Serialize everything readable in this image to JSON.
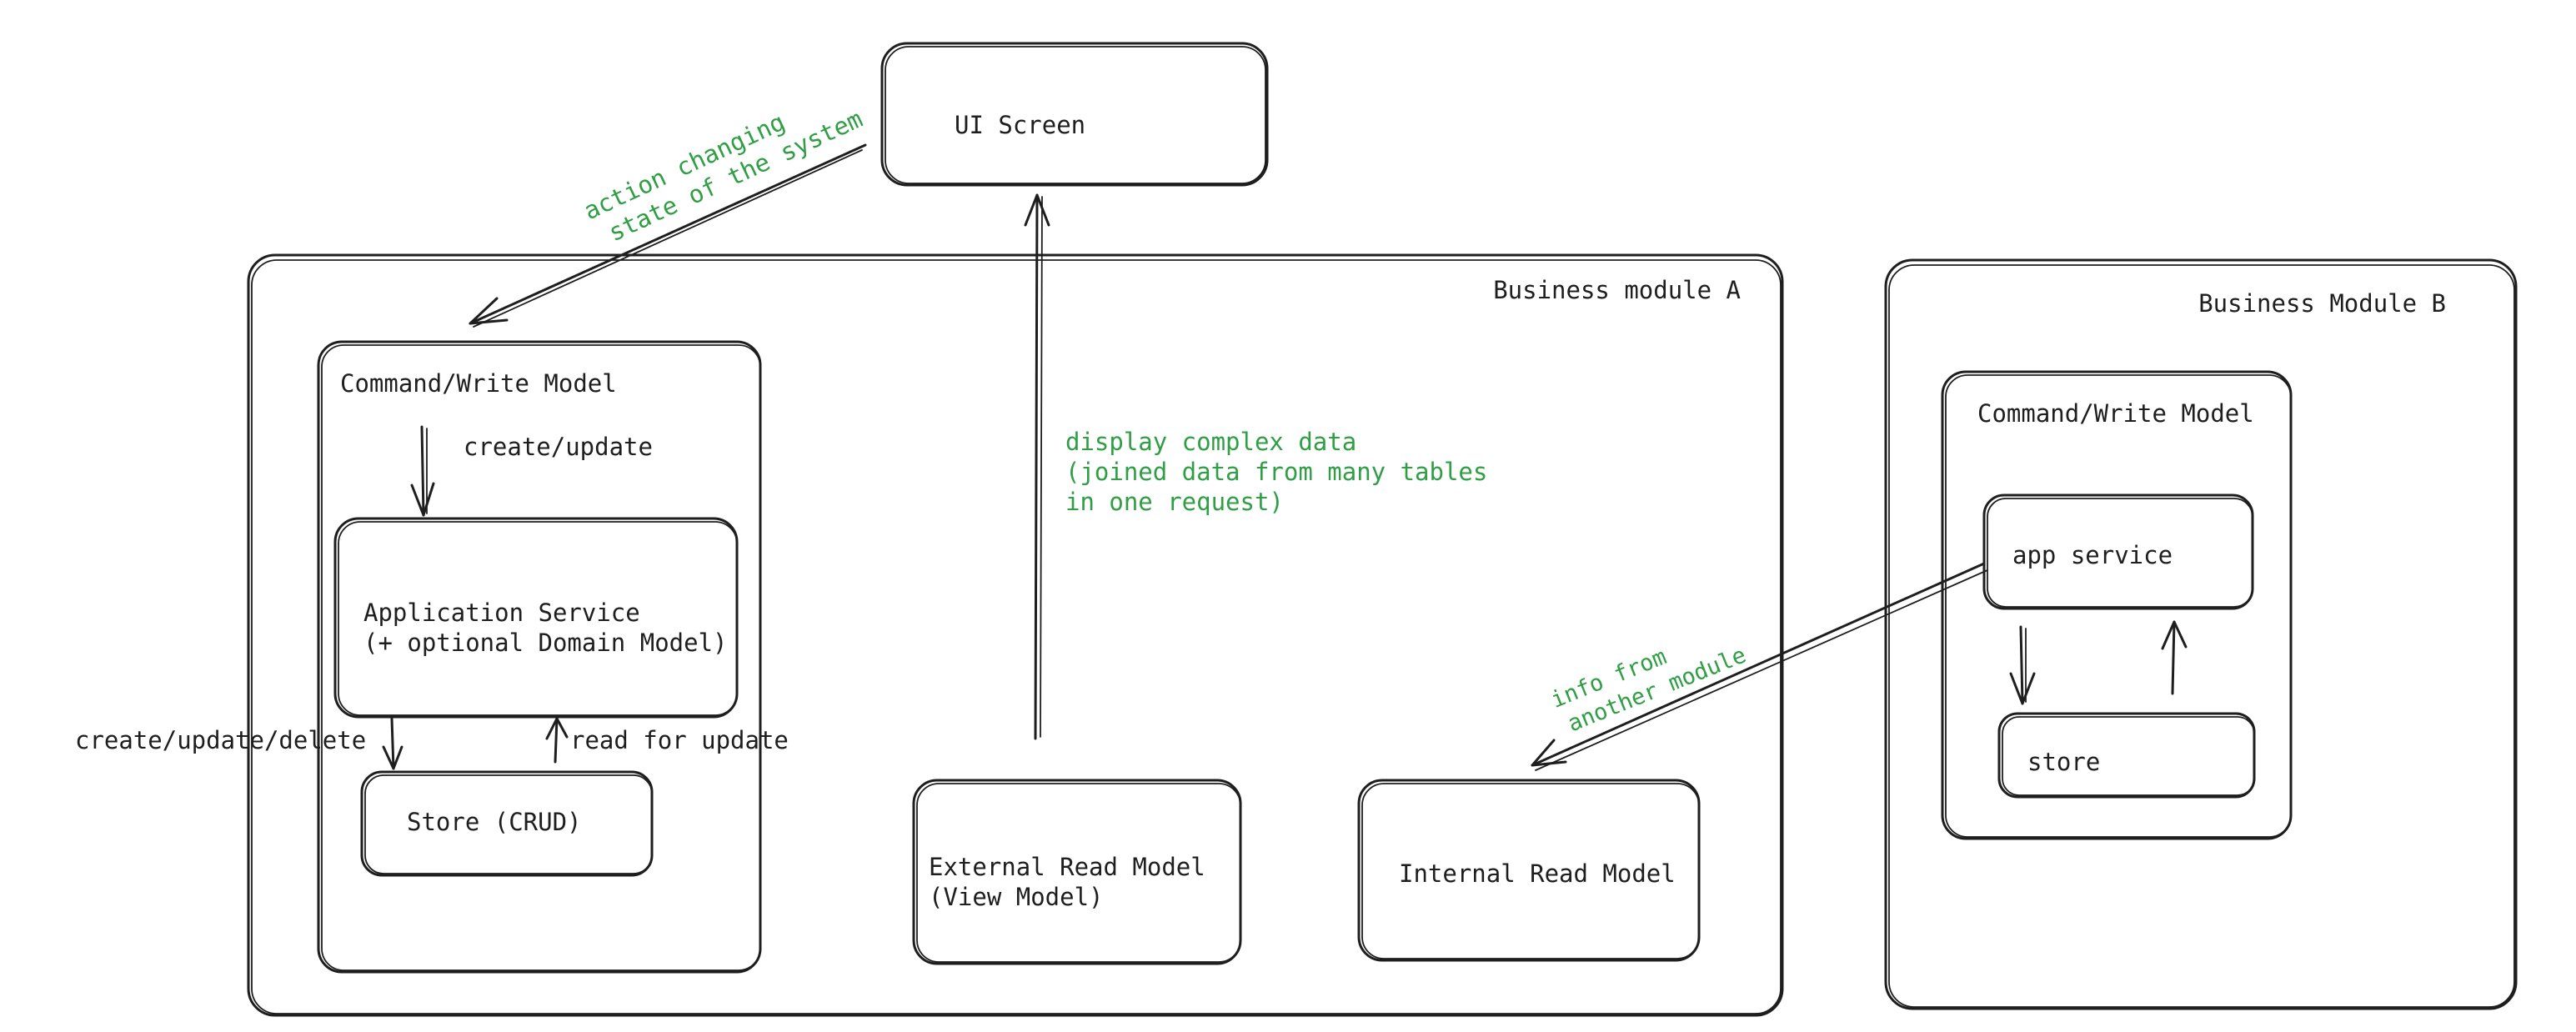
{
  "diagram": {
    "ui_screen": {
      "label": "UI Screen"
    },
    "module_a": {
      "label": "Business module A",
      "command_model": {
        "label": "Command/Write Model",
        "app_service": {
          "line1": "Application Service",
          "line2": "(+ optional Domain Model)"
        },
        "store": {
          "label": "Store (CRUD)"
        }
      },
      "external_read_model": {
        "line1": "External Read Model",
        "line2": "(View Model)"
      },
      "internal_read_model": {
        "label": "Internal Read Model"
      }
    },
    "module_b": {
      "label": "Business Module B",
      "command_model": {
        "label": "Command/Write Model",
        "app_service": {
          "label": "app service"
        },
        "store": {
          "label": "store"
        }
      }
    },
    "edges": {
      "ui_to_command": {
        "line1": "action changing",
        "line2": "state of the system"
      },
      "into_app_service": {
        "label": "create/update"
      },
      "write_to_store": {
        "label": "create/update/delete"
      },
      "read_from_store": {
        "label": "read for update"
      },
      "read_model_to_ui": {
        "line1": "display complex data",
        "line2": "(joined data from many tables",
        "line3": "in one request)"
      },
      "module_b_to_internal": {
        "line1": "info from",
        "line2": "another module"
      }
    }
  }
}
